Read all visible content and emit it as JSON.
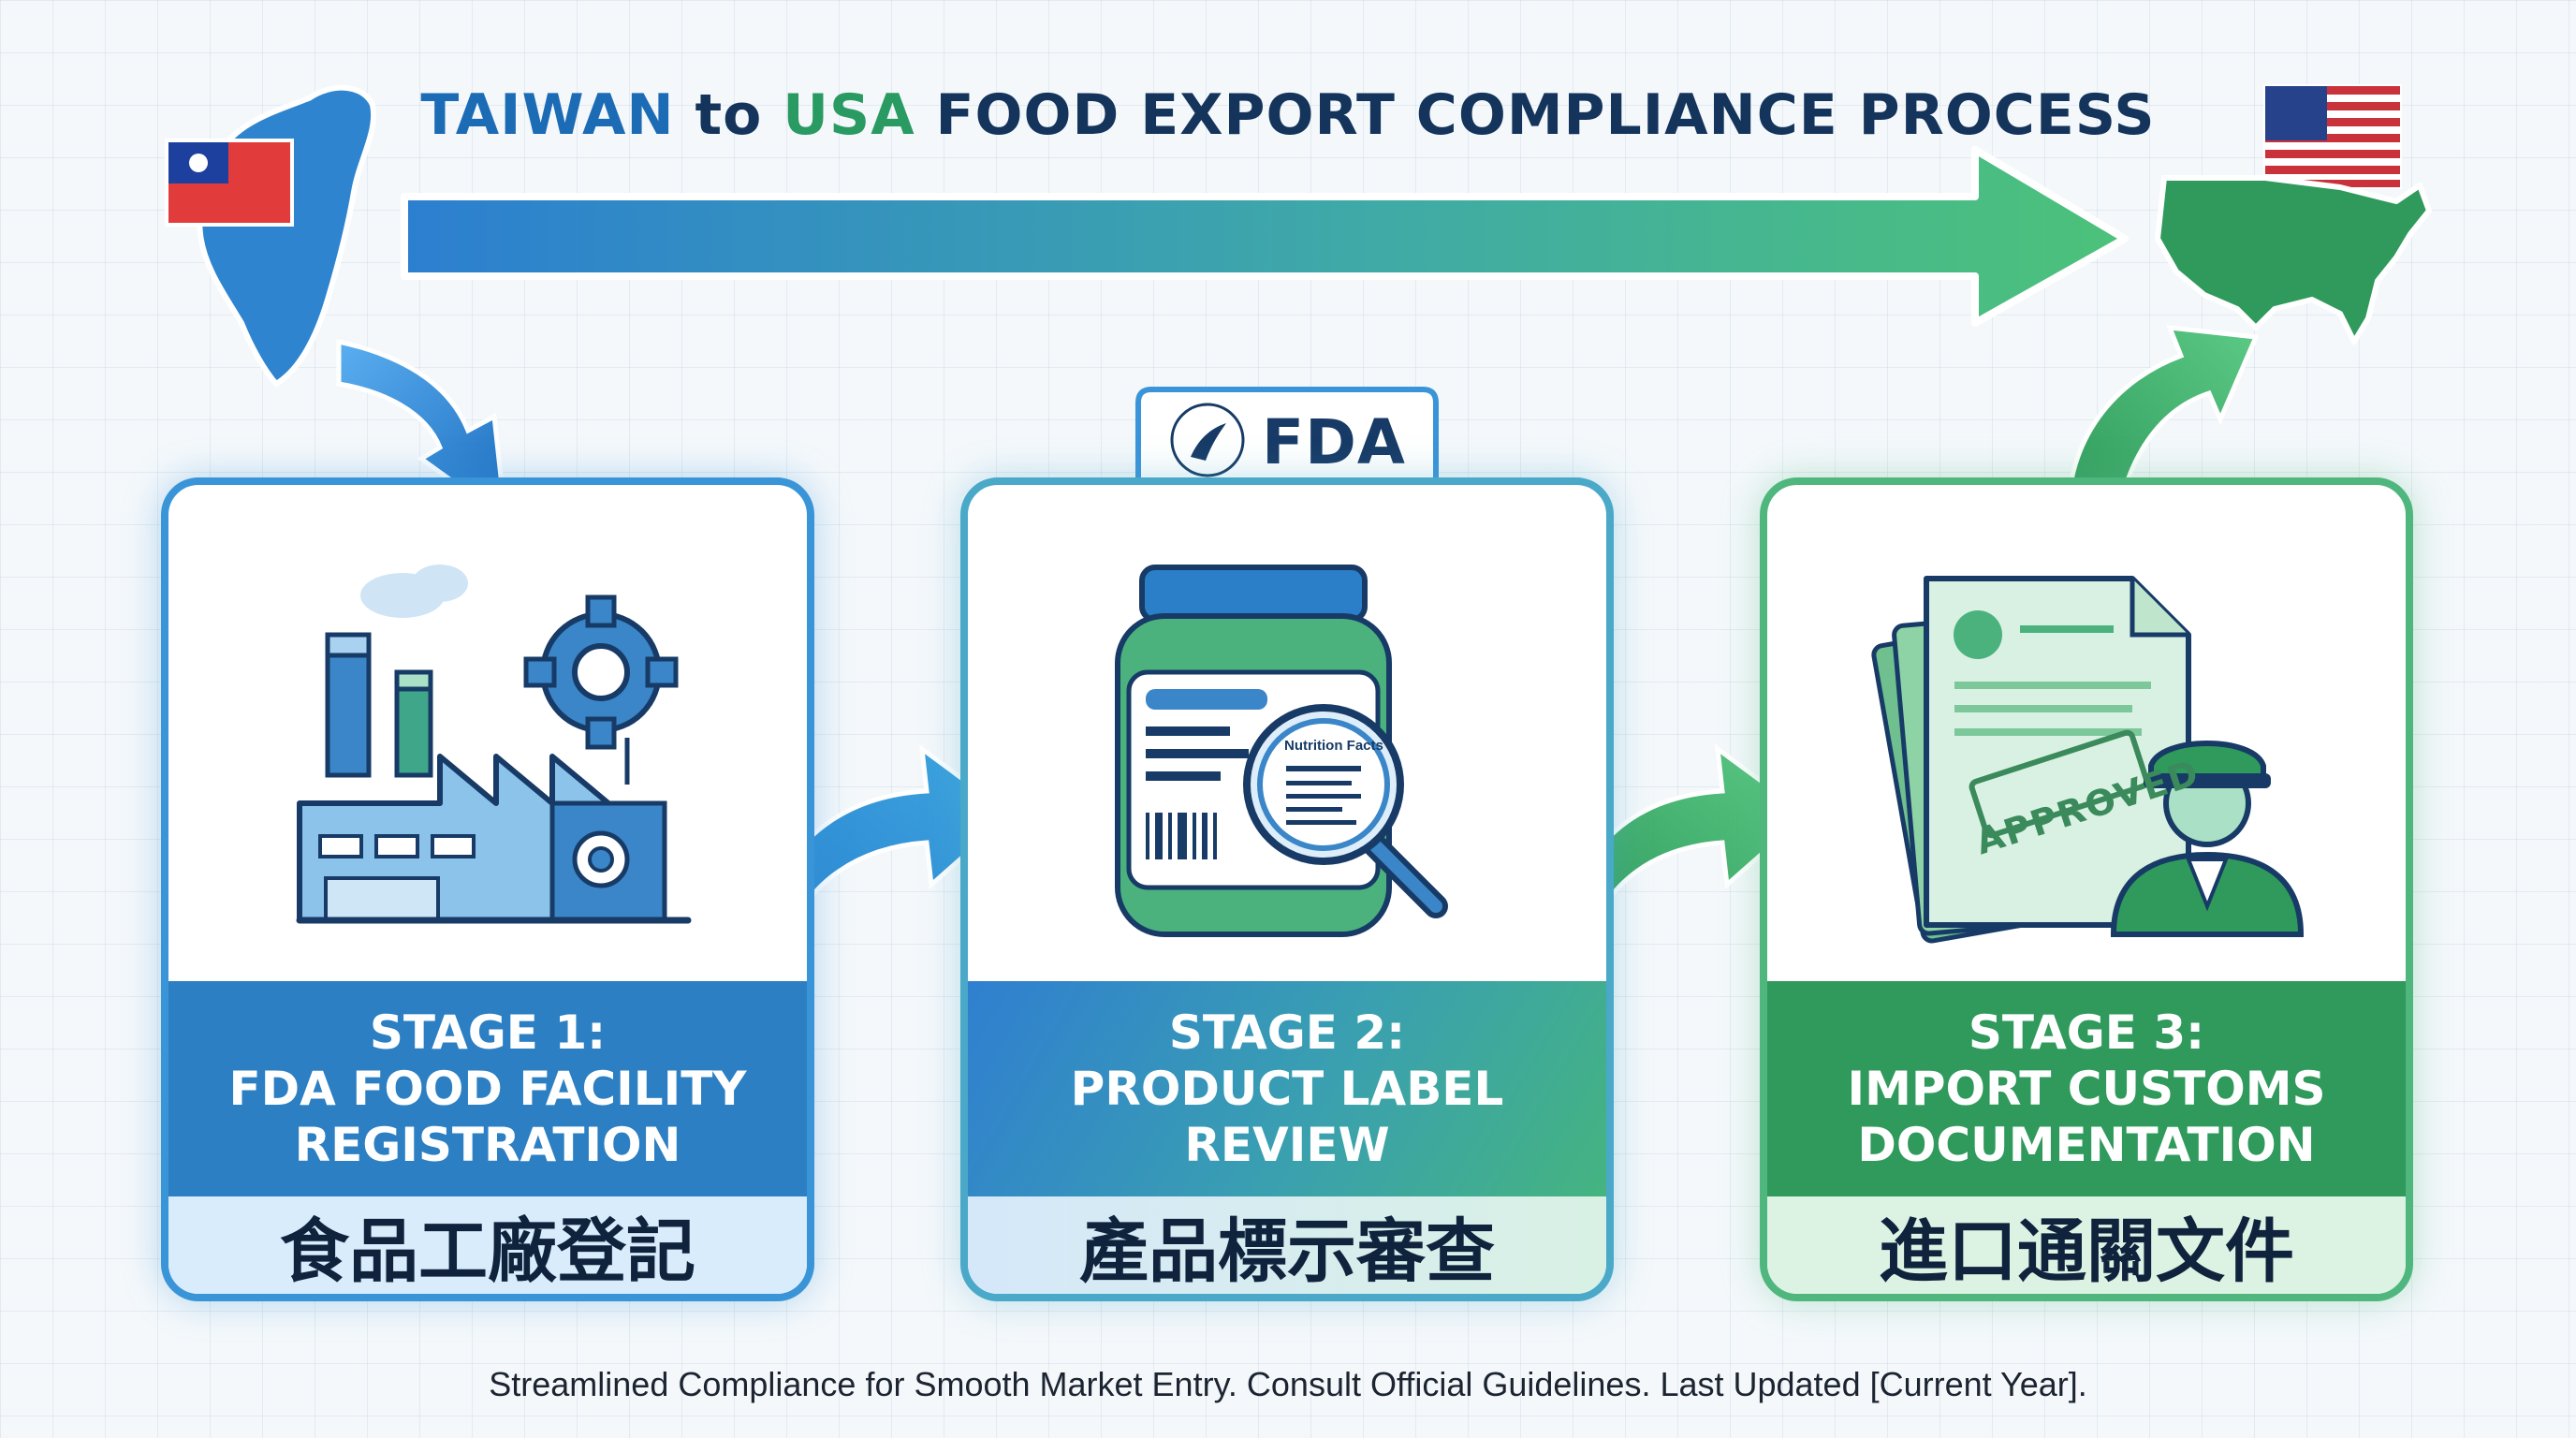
{
  "title": {
    "part1": "TAIWAN",
    "part2": "to",
    "part3": "USA",
    "part4": "FOOD EXPORT COMPLIANCE PROCESS"
  },
  "origin_country": "Taiwan",
  "destination_country": "USA",
  "fda_badge": "FDA",
  "stages": [
    {
      "line1": "STAGE 1:",
      "line2": "FDA FOOD FACILITY",
      "line3": "REGISTRATION",
      "chinese": "食品工廠登記"
    },
    {
      "line1": "STAGE 2:",
      "line2": "PRODUCT LABEL",
      "line3": "REVIEW",
      "chinese": "產品標示審查",
      "icon_label": "Nutrition Facts"
    },
    {
      "line1": "STAGE 3:",
      "line2": "IMPORT CUSTOMS",
      "line3": "DOCUMENTATION",
      "chinese": "進口通關文件",
      "stamp": "APPROVED"
    }
  ],
  "footer": "Streamlined Compliance for Smooth Market Entry. Consult Official Guidelines. Last Updated [Current Year].",
  "colors": {
    "blue": "#1c6bb5",
    "green": "#2a9a63",
    "navy": "#14345c"
  },
  "icons": [
    "taiwan-map-icon",
    "taiwan-flag-icon",
    "usa-map-icon",
    "usa-flag-icon",
    "factory-icon",
    "gear-icon",
    "jar-icon",
    "magnifier-icon",
    "fda-logo-icon",
    "documents-icon",
    "customs-officer-icon",
    "curved-arrow-icon"
  ]
}
